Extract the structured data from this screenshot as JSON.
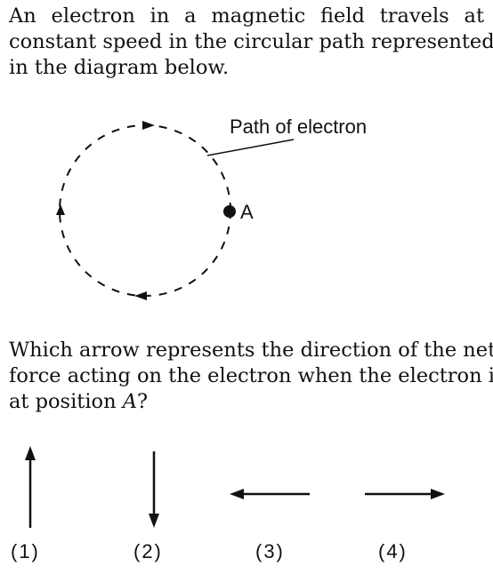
{
  "intro": {
    "line1": "An electron in a magnetic field travels at",
    "line2": "constant speed in the circular path represented",
    "line3": "in the diagram below."
  },
  "diagram": {
    "path_label": "Path of electron",
    "point_label": "A"
  },
  "question": {
    "line1": "Which arrow represents the direction of the net",
    "line2": "force acting on the electron when the electron is",
    "line3_prefix": "at position ",
    "line3_italic": "A",
    "line3_suffix": "?"
  },
  "choices": [
    {
      "label": "(1)",
      "direction": "up"
    },
    {
      "label": "(2)",
      "direction": "down"
    },
    {
      "label": "(3)",
      "direction": "left"
    },
    {
      "label": "(4)",
      "direction": "right"
    }
  ]
}
